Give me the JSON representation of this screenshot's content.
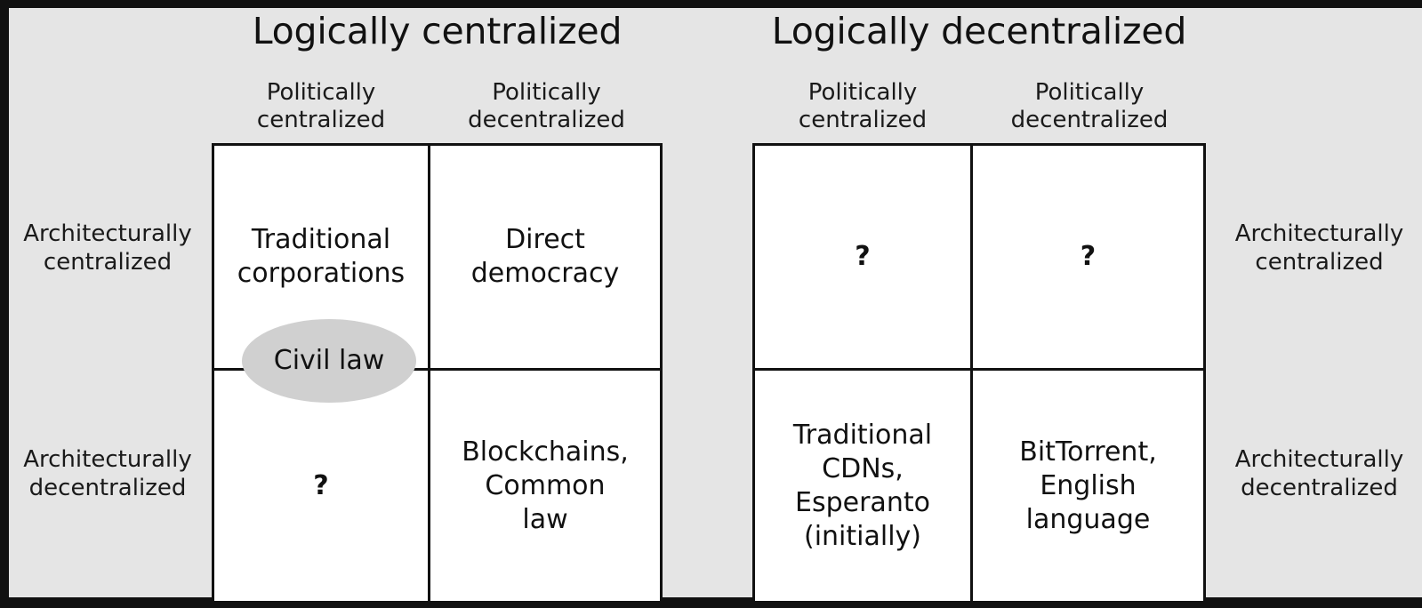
{
  "figure": {
    "groups": [
      {
        "key": "logically-centralized",
        "title": "Logically centralized",
        "columns": [
          "Politically\ncentralized",
          "Politically\ndecentralized"
        ],
        "column_labels": [
          {
            "line1": "Politically",
            "line2": "centralized"
          },
          {
            "line1": "Politically",
            "line2": "decentralized"
          }
        ],
        "row_labels": [
          {
            "line1": "Architecturally",
            "line2": "centralized"
          },
          {
            "line1": "Architecturally",
            "line2": "decentralized"
          }
        ],
        "row_label_side": "left",
        "cells": [
          {
            "row": 0,
            "col": 0,
            "text": "Traditional\ncorporations",
            "lines": [
              "Traditional",
              "corporations"
            ]
          },
          {
            "row": 0,
            "col": 1,
            "text": "Direct\ndemocracy",
            "lines": [
              "Direct",
              "democracy"
            ]
          },
          {
            "row": 1,
            "col": 0,
            "text": "?",
            "lines": [
              "?"
            ]
          },
          {
            "row": 1,
            "col": 1,
            "text": "Blockchains,\nCommon\nlaw",
            "lines": [
              "Blockchains,",
              "Common",
              "law"
            ]
          }
        ]
      },
      {
        "key": "logically-decentralized",
        "title": "Logically decentralized",
        "columns": [
          "Politically\ncentralized",
          "Politically\ndecentralized"
        ],
        "column_labels": [
          {
            "line1": "Politically",
            "line2": "centralized"
          },
          {
            "line1": "Politically",
            "line2": "decentralized"
          }
        ],
        "row_labels": [
          {
            "line1": "Architecturally",
            "line2": "centralized"
          },
          {
            "line1": "Architecturally",
            "line2": "decentralized"
          }
        ],
        "row_label_side": "right",
        "cells": [
          {
            "row": 0,
            "col": 0,
            "text": "?",
            "lines": [
              "?"
            ]
          },
          {
            "row": 0,
            "col": 1,
            "text": "?",
            "lines": [
              "?"
            ]
          },
          {
            "row": 1,
            "col": 0,
            "text": "Traditional\nCDNs,\nEsperanto\n(initially)",
            "lines": [
              "Traditional",
              "CDNs,",
              "Esperanto",
              "(initially)"
            ]
          },
          {
            "row": 1,
            "col": 1,
            "text": "BitTorrent,\nEnglish\nlanguage",
            "lines": [
              "BitTorrent,",
              "English",
              "language"
            ]
          }
        ]
      }
    ],
    "annotation": {
      "label": "Civil law",
      "shape": "ellipse",
      "fill": "#d0d0d0"
    },
    "colors": {
      "frame": "#111111",
      "background": "#e5e5e5",
      "cell_background": "#ffffff",
      "grid_line": "#111111",
      "text": "#1a1a1a",
      "annotation_fill": "#d0d0d0"
    }
  }
}
